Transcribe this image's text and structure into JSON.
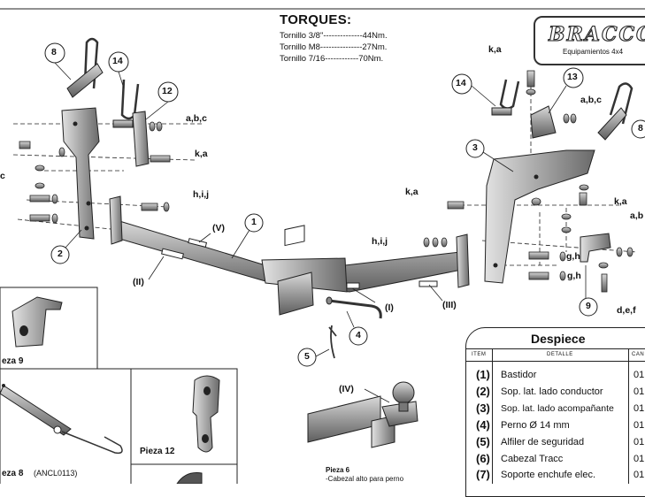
{
  "torques": {
    "title": "TORQUES:",
    "rows": [
      "Tornillo 3/8\"--------------44Nm.",
      "Tornillo M8---------------27Nm.",
      "Tornillo 7/16------------70Nm."
    ]
  },
  "logo": {
    "brand": "BRACCO",
    "subtitle": "Equipamientos 4x4"
  },
  "table": {
    "title": "Despiece",
    "headers": {
      "item": "ITEM",
      "detail": "DETALLE",
      "qty": "CAN"
    },
    "rows": [
      {
        "item": "(1)",
        "desc": "Bastidor",
        "qty": "01"
      },
      {
        "item": "(2)",
        "desc": "Sop. lat. lado conductor",
        "qty": "01"
      },
      {
        "item": "(3)",
        "desc": "Sop. lat. lado acompañante",
        "qty": "01"
      },
      {
        "item": "(4)",
        "desc": "Perno Ø 14 mm",
        "qty": "01"
      },
      {
        "item": "(5)",
        "desc": "Alfiler de seguridad",
        "qty": "01"
      },
      {
        "item": "(6)",
        "desc": "Cabezal Tracc",
        "qty": "01"
      },
      {
        "item": "(7)",
        "desc": "Soporte enchufe elec.",
        "qty": "01"
      }
    ]
  },
  "pieces": {
    "pieza9": "eza 9",
    "pieza8": "eza 8",
    "pieza8_code": "(ANCL0113)",
    "pieza12": "Pieza 12",
    "pieza6": "Pieza 6",
    "pieza6_sub": "-Cabezal alto para perno"
  },
  "callouts": {
    "n1": "1",
    "n2": "2",
    "n3": "3",
    "n4": "4",
    "n5": "5",
    "n8a": "8",
    "n8b": "8",
    "n9": "9",
    "n12": "12",
    "n13": "13",
    "n14a": "14",
    "n14b": "14",
    "abc1": "a,b,c",
    "ka1": "k,a",
    "hij1": "h,i,j",
    "ka_top": "k,a",
    "abc2": "a,b,c",
    "ka2": "k,a",
    "ka3": "k,a",
    "ab_right": "a,b",
    "hij2": "h,i,j",
    "gh1": "g,h",
    "gh2": "g,h",
    "def": "d,e,f",
    "c_left": "c",
    "roman_II": "(II)",
    "roman_V": "(V)",
    "roman_I": "(I)",
    "roman_III": "(III)",
    "roman_IV": "(IV)"
  }
}
